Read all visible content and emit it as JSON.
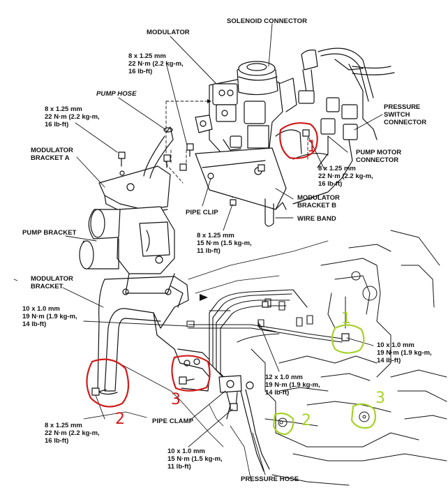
{
  "colors": {
    "ink": "#111111",
    "red_annotation": "#d21a1a",
    "green_annotation": "#a6d22a"
  },
  "labels": {
    "modulator": "MODULATOR",
    "solenoid_connector": "SOLENOID CONNECTOR",
    "pump_hose": "PUMP HOSE",
    "pressure_switch_connector": [
      "PRESSURE",
      "SWITCH",
      "CONNECTOR"
    ],
    "pump_motor_connector": [
      "PUMP MOTOR",
      "CONNECTOR"
    ],
    "modulator_bracket_a": [
      "MODULATOR",
      "BRACKET A"
    ],
    "modulator_bracket_b": [
      "MODULATOR",
      "BRACKET B"
    ],
    "pipe_clip": "PIPE CLIP",
    "wire_band": "WIRE BAND",
    "pump_bracket": "PUMP BRACKET",
    "modulator_bracket": [
      "MODULATOR",
      "BRACKET"
    ],
    "pipe_clamp": "PIPE CLAMP",
    "pressure_hose": "PRESSURE HOSE"
  },
  "specs": {
    "top_modulator": [
      "8 x 1.25 mm",
      "22 N·m (2.2 kg-m,",
      "16 lb-ft)"
    ],
    "top_left": [
      "8 x 1.25 mm",
      "22 N·m (2.2 kg-m,",
      "16 lb-ft)"
    ],
    "right_bracket_b": [
      "8 x 1.25 mm",
      "22 N·m (2.2 kg-m,",
      "16 lb-ft)"
    ],
    "pipe_clip_bolt": [
      "8 x 1.25 mm",
      "15 N·m (1.5 kg-m,",
      "11 lb-ft)"
    ],
    "left_middle": [
      "10 x 1.0 mm",
      "19 N·m (1.9 kg-m,",
      "14 lb-ft)"
    ],
    "right_lower": [
      "10 x 1.0 mm",
      "19 N·m (1.9 kg-m,",
      "14 lb-ft)"
    ],
    "center_lower": [
      "12 x 1.0 mm",
      "19 N·m (1.9 kg-m,",
      "14 lb-ft)"
    ],
    "bottom_left": [
      "8 x 1.25 mm",
      "22 N·m (2.2 kg-m,",
      "16 lb-ft)"
    ],
    "bottom_center": [
      "10 x 1.0 mm",
      "15 N·m (1.5 kg-m,",
      "11 lb-ft)"
    ]
  },
  "annotations": {
    "red_1": "1",
    "red_2": "2",
    "red_3": "3",
    "green_1": "1",
    "green_2": "2",
    "green_3": "3"
  }
}
